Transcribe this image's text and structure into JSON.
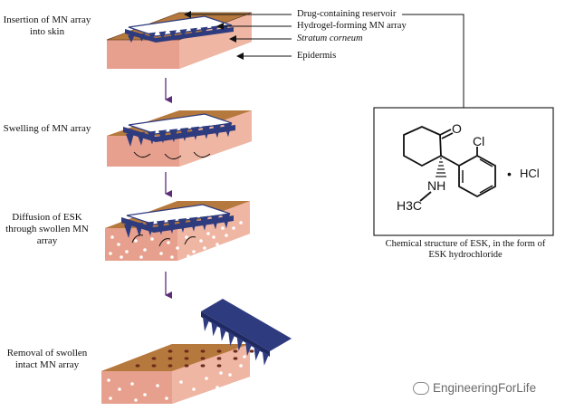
{
  "stages": [
    {
      "label": "Insertion of MN array into skin"
    },
    {
      "label": "Swelling of MN array"
    },
    {
      "label": "Diffusion of ESK through swollen MN array"
    },
    {
      "label": "Removal of swollen intact MN array"
    }
  ],
  "callouts": {
    "reservoir": "Drug-containing reservoir",
    "hydrogel": "Hydrogel-forming MN array",
    "stratum": "Stratum corneum",
    "epidermis": "Epidermis"
  },
  "chemical": {
    "caption": "Chemical structure of ESK, in the form of ESK hydrochloride",
    "atoms": {
      "o": "O",
      "cl": "Cl",
      "nh": "NH",
      "h3c": "H3C",
      "hcl": "HCl",
      "dot": "•"
    }
  },
  "watermark": "EngineeringForLife",
  "colors": {
    "skin_top": "#b5793d",
    "skin_side": "#f0b6a4",
    "skin_front": "#dc8e7b",
    "mn_array": "#2e3b7e",
    "arrow": "#5c2d7a"
  }
}
